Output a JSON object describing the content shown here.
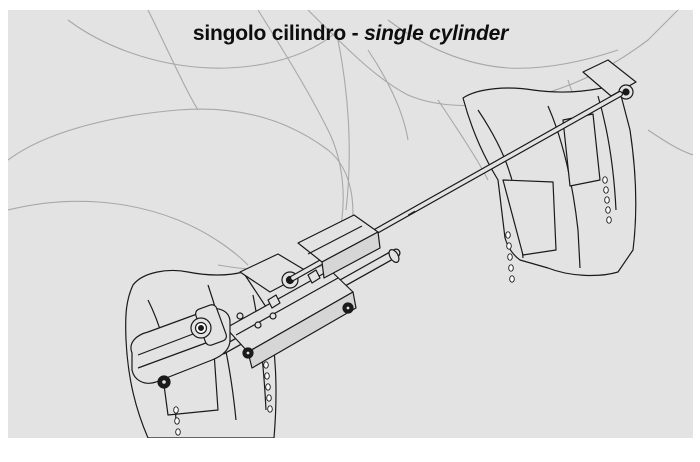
{
  "title": {
    "italian": "singolo cilindro - ",
    "english": "single cylinder"
  },
  "colors": {
    "background": "#e3e3e3",
    "line": "#1a1a1a",
    "ghost_line": "#a8a8a8",
    "title": "#0d0d0d"
  },
  "illustration": {
    "subject": "outboard-engines-with-single-cylinder-steering-and-tie-bar",
    "icons": [
      "engine-left-icon",
      "engine-right-icon",
      "hydraulic-cylinder-icon",
      "tie-bar-icon"
    ]
  }
}
